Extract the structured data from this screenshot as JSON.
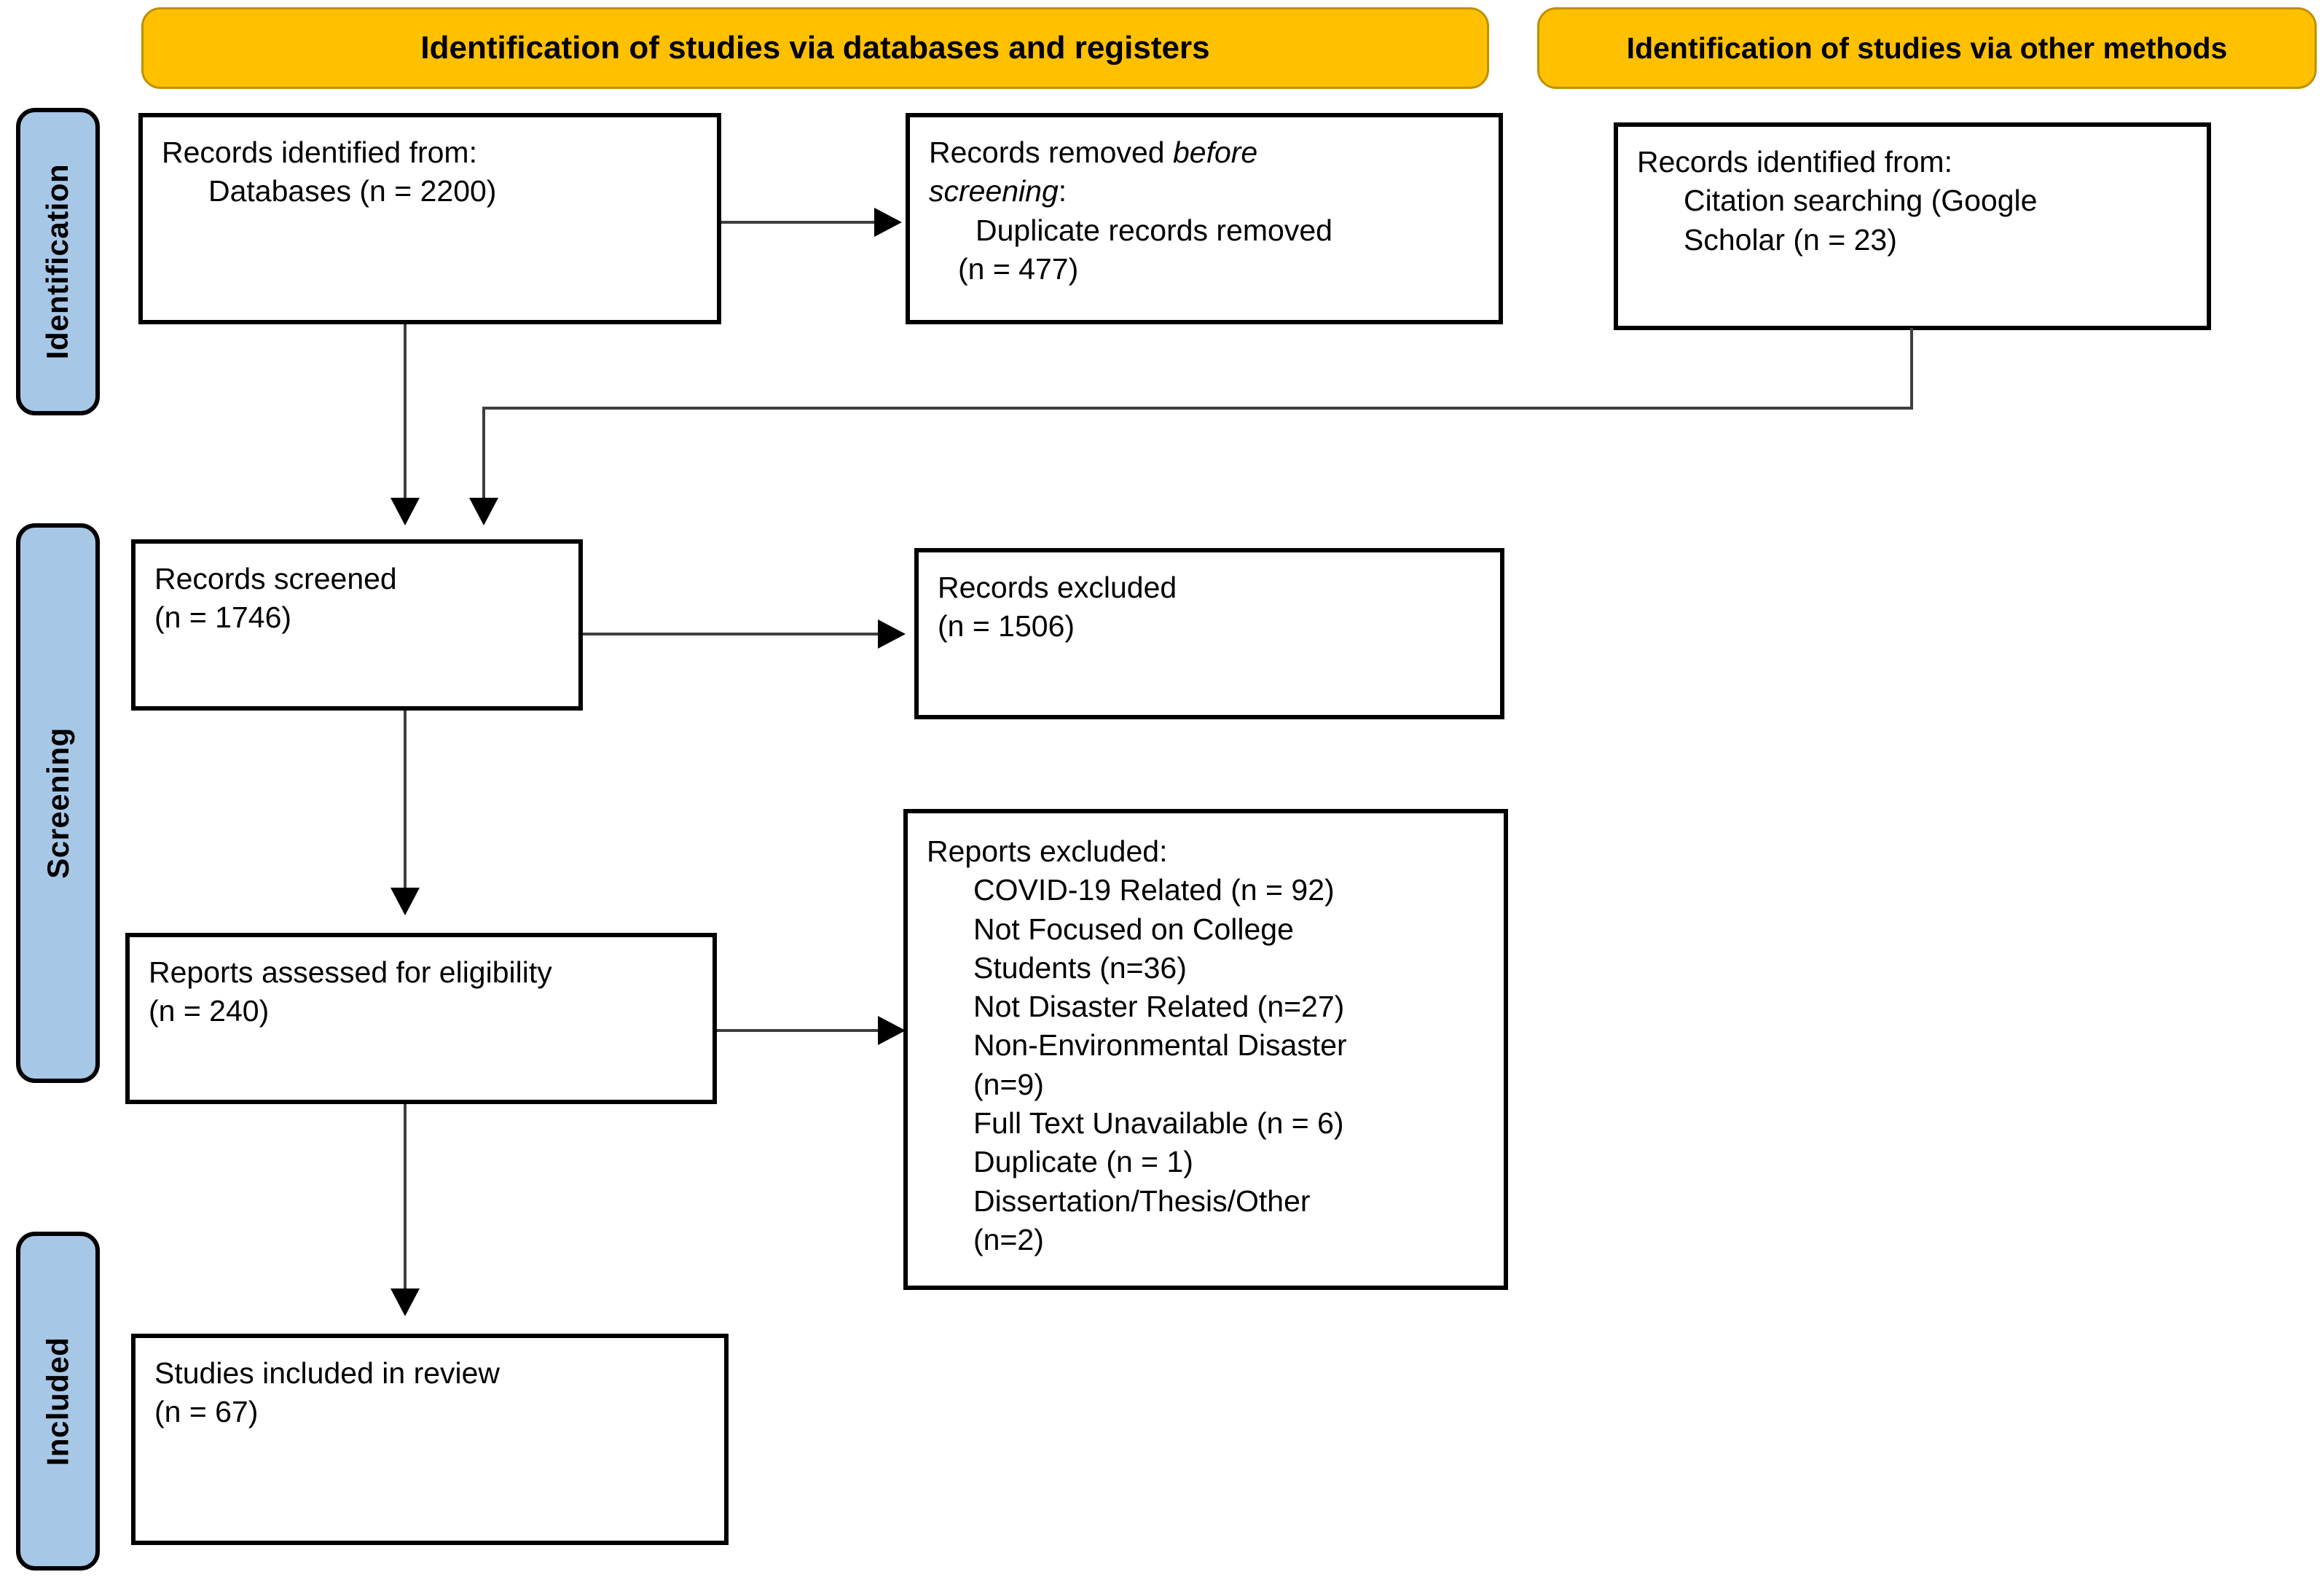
{
  "banners": [
    {
      "id": "databases-registers",
      "label": "Identification of studies via databases and registers"
    },
    {
      "id": "other-methods",
      "label": "Identification of studies via other methods"
    }
  ],
  "phases": [
    {
      "id": "identification",
      "label": "Identification"
    },
    {
      "id": "screening",
      "label": "Screening"
    },
    {
      "id": "included",
      "label": "Included"
    }
  ],
  "nodes": {
    "records_identified_db": {
      "line1": "Records identified from:",
      "line2": "Databases (n = 2200)"
    },
    "records_removed": {
      "line1a": "Records removed ",
      "line1b": "before",
      "line2b": "screening",
      "line2c": ":",
      "line3": "Duplicate records removed",
      "line4": "(n = 477)"
    },
    "records_identified_other": {
      "line1": "Records identified from:",
      "line2": "Citation searching (Google",
      "line3": "Scholar (n = 23)"
    },
    "records_screened": {
      "line1": "Records screened",
      "line2": "(n = 1746)"
    },
    "records_excluded": {
      "line1": "Records excluded",
      "line2": "(n = 1506)"
    },
    "reports_assessed": {
      "line1": "Reports assessed for eligibility",
      "line2": "(n = 240)"
    },
    "reports_excluded": {
      "heading": "Reports excluded:",
      "items": [
        "COVID-19 Related (n = 92)",
        "Not Focused on College",
        "Students (n=36)",
        "Not Disaster Related (n=27)",
        "Non-Environmental Disaster",
        "(n=9)",
        "Full Text Unavailable (n = 6)",
        "Duplicate (n = 1)",
        "Dissertation/Thesis/Other",
        "(n=2)"
      ]
    },
    "studies_included": {
      "line1": "Studies included in review",
      "line2": "(n = 67)"
    }
  },
  "colors": {
    "banner_fill": "#FFC000",
    "banner_border": "#BF9000",
    "phase_fill": "#A7C7E7",
    "node_border": "#000000",
    "connector": "#3f3f3f"
  },
  "chart_data": {
    "type": "diagram",
    "title": "PRISMA 2020 flow diagram",
    "flow": [
      {
        "stage": "Identification",
        "label": "Databases",
        "n": 2200
      },
      {
        "stage": "Identification",
        "label": "Duplicate records removed",
        "n": 477
      },
      {
        "stage": "Identification",
        "label": "Citation searching (Google Scholar)",
        "n": 23
      },
      {
        "stage": "Screening",
        "label": "Records screened",
        "n": 1746
      },
      {
        "stage": "Screening",
        "label": "Records excluded",
        "n": 1506
      },
      {
        "stage": "Screening",
        "label": "Reports assessed for eligibility",
        "n": 240
      },
      {
        "stage": "Screening",
        "label": "COVID-19 Related",
        "n": 92
      },
      {
        "stage": "Screening",
        "label": "Not Focused on College Students",
        "n": 36
      },
      {
        "stage": "Screening",
        "label": "Not Disaster Related",
        "n": 27
      },
      {
        "stage": "Screening",
        "label": "Non-Environmental Disaster",
        "n": 9
      },
      {
        "stage": "Screening",
        "label": "Full Text Unavailable",
        "n": 6
      },
      {
        "stage": "Screening",
        "label": "Duplicate",
        "n": 1
      },
      {
        "stage": "Screening",
        "label": "Dissertation/Thesis/Other",
        "n": 2
      },
      {
        "stage": "Included",
        "label": "Studies included in review",
        "n": 67
      }
    ]
  }
}
